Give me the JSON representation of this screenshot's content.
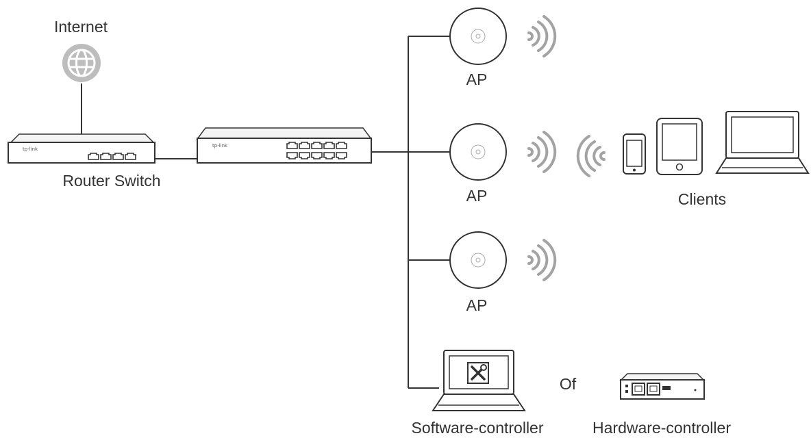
{
  "labels": {
    "internet": "Internet",
    "router_switch": "Router Switch",
    "ap_1": "AP",
    "ap_2": "AP",
    "ap_3": "AP",
    "clients": "Clients",
    "or": "Of",
    "software_controller": "Software-controller",
    "hardware_controller": "Hardware-controller"
  },
  "brand": {
    "router": "tp-link",
    "switch": "tp-link"
  },
  "colors": {
    "line": "#333333",
    "icon_fill": "#bdbdbd",
    "device_fill": "#f4f4f4"
  }
}
